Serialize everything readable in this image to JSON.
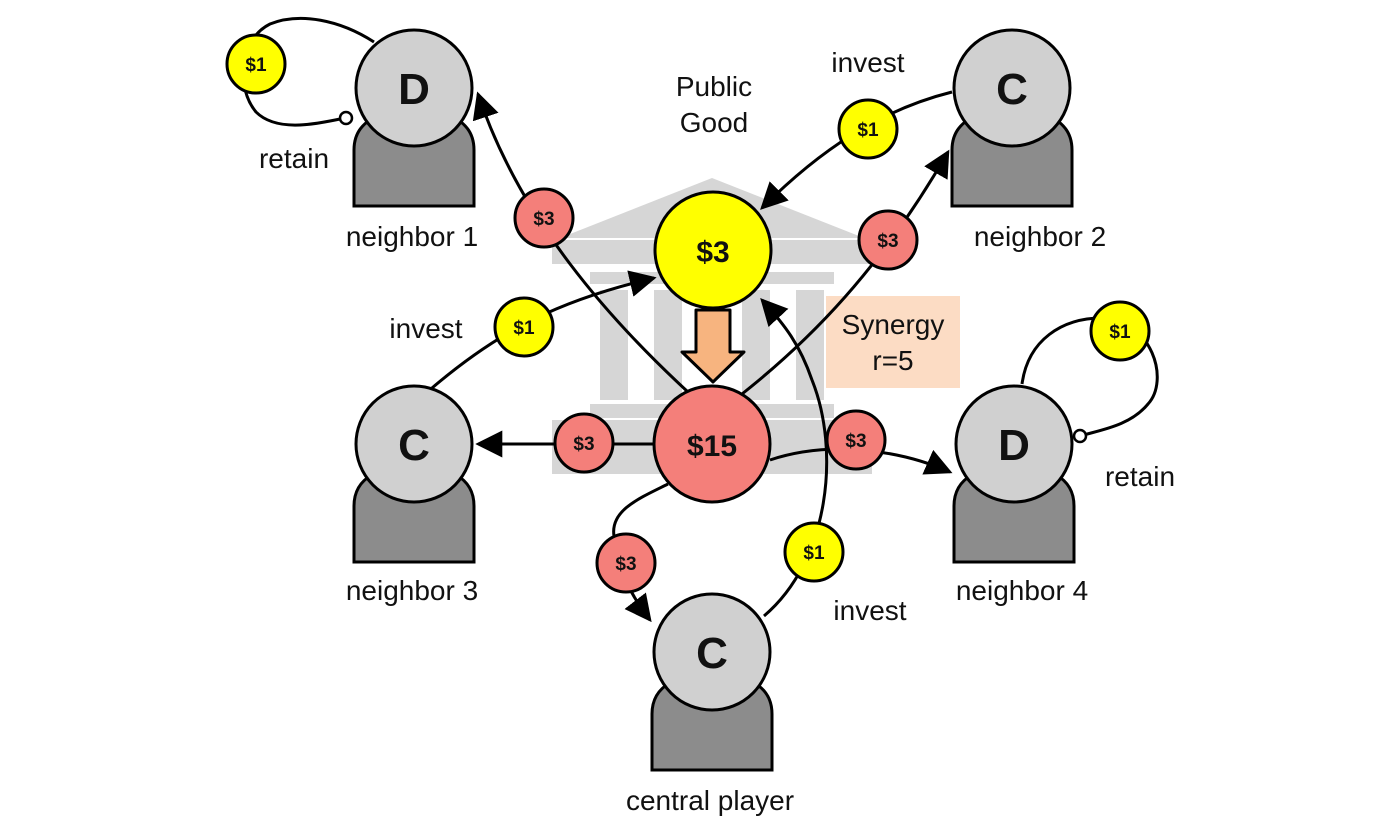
{
  "public_good": {
    "title_line1": "Public",
    "title_line2": "Good",
    "pool_value": "$3",
    "payout_value": "$15"
  },
  "synergy": {
    "line1": "Synergy",
    "line2": "r=5"
  },
  "players": {
    "neighbor1": {
      "strategy": "D",
      "label": "neighbor 1"
    },
    "neighbor2": {
      "strategy": "C",
      "label": "neighbor 2"
    },
    "neighbor3": {
      "strategy": "C",
      "label": "neighbor 3"
    },
    "neighbor4": {
      "strategy": "D",
      "label": "neighbor 4"
    },
    "central": {
      "strategy": "C",
      "label": "central player"
    }
  },
  "actions": {
    "invest": "invest",
    "retain": "retain"
  },
  "coins": {
    "investment": "$1",
    "share": "$3"
  },
  "colors": {
    "investment_coin": "#ffff00",
    "share_coin": "#f47f7a",
    "player_head": "#d0d0d0",
    "player_body": "#8c8c8c",
    "building": "#d6d6d6",
    "synergy_box": "#fcdcc4",
    "down_arrow": "#f7b47f"
  }
}
